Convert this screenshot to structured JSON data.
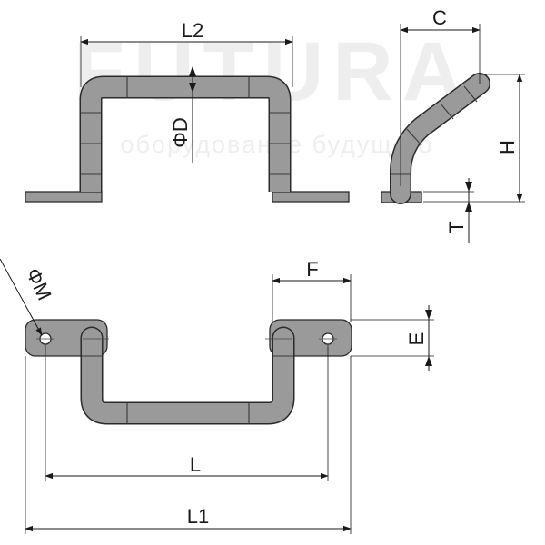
{
  "watermark": {
    "brand": "FUTURA",
    "tagline": "оборудование будущего"
  },
  "dimensions": {
    "L2": "L2",
    "D": "ΦD",
    "C": "C",
    "H": "H",
    "T": "T",
    "M": "ΦM",
    "F": "F",
    "E": "E",
    "L": "L",
    "L1": "L1"
  },
  "colors": {
    "metal": "#9a9a9a",
    "outline": "#2b2b2b",
    "lines": "#1a1a1a"
  }
}
